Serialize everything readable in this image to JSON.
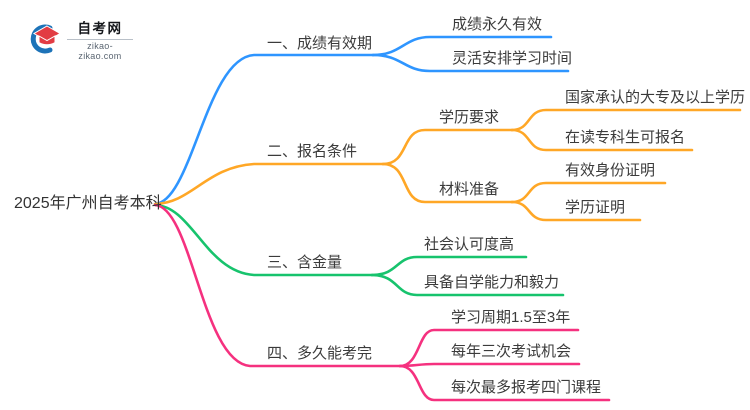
{
  "logo": {
    "site_name": "自考网",
    "site_url": "zikao-zikao.com",
    "icon": "graduation-cap-icon",
    "icon_blue": "#1d73b8",
    "icon_red": "#e23c43"
  },
  "root": {
    "label": "2025年广州自考本科"
  },
  "branches": [
    {
      "label": "一、成绩有效期",
      "color": "#2E95FF",
      "children": [
        {
          "label": "成绩永久有效"
        },
        {
          "label": "灵活安排学习时间"
        }
      ]
    },
    {
      "label": "二、报名条件",
      "color": "#FFA726",
      "children": [
        {
          "label": "学历要求",
          "children": [
            {
              "label": "国家承认的大专及以上学历"
            },
            {
              "label": "在读专科生可报名"
            }
          ]
        },
        {
          "label": "材料准备",
          "children": [
            {
              "label": "有效身份证明"
            },
            {
              "label": "学历证明"
            }
          ]
        }
      ]
    },
    {
      "label": "三、含金量",
      "color": "#17C36D",
      "children": [
        {
          "label": "社会认可度高"
        },
        {
          "label": "具备自学能力和毅力"
        }
      ]
    },
    {
      "label": "四、多久能考完",
      "color": "#F5317F",
      "children": [
        {
          "label": "学习周期1.5至3年"
        },
        {
          "label": "每年三次考试机会"
        },
        {
          "label": "每次最多报考四门课程"
        }
      ]
    }
  ],
  "text_color": "#3B3B3B",
  "background": "#FFFFFF"
}
